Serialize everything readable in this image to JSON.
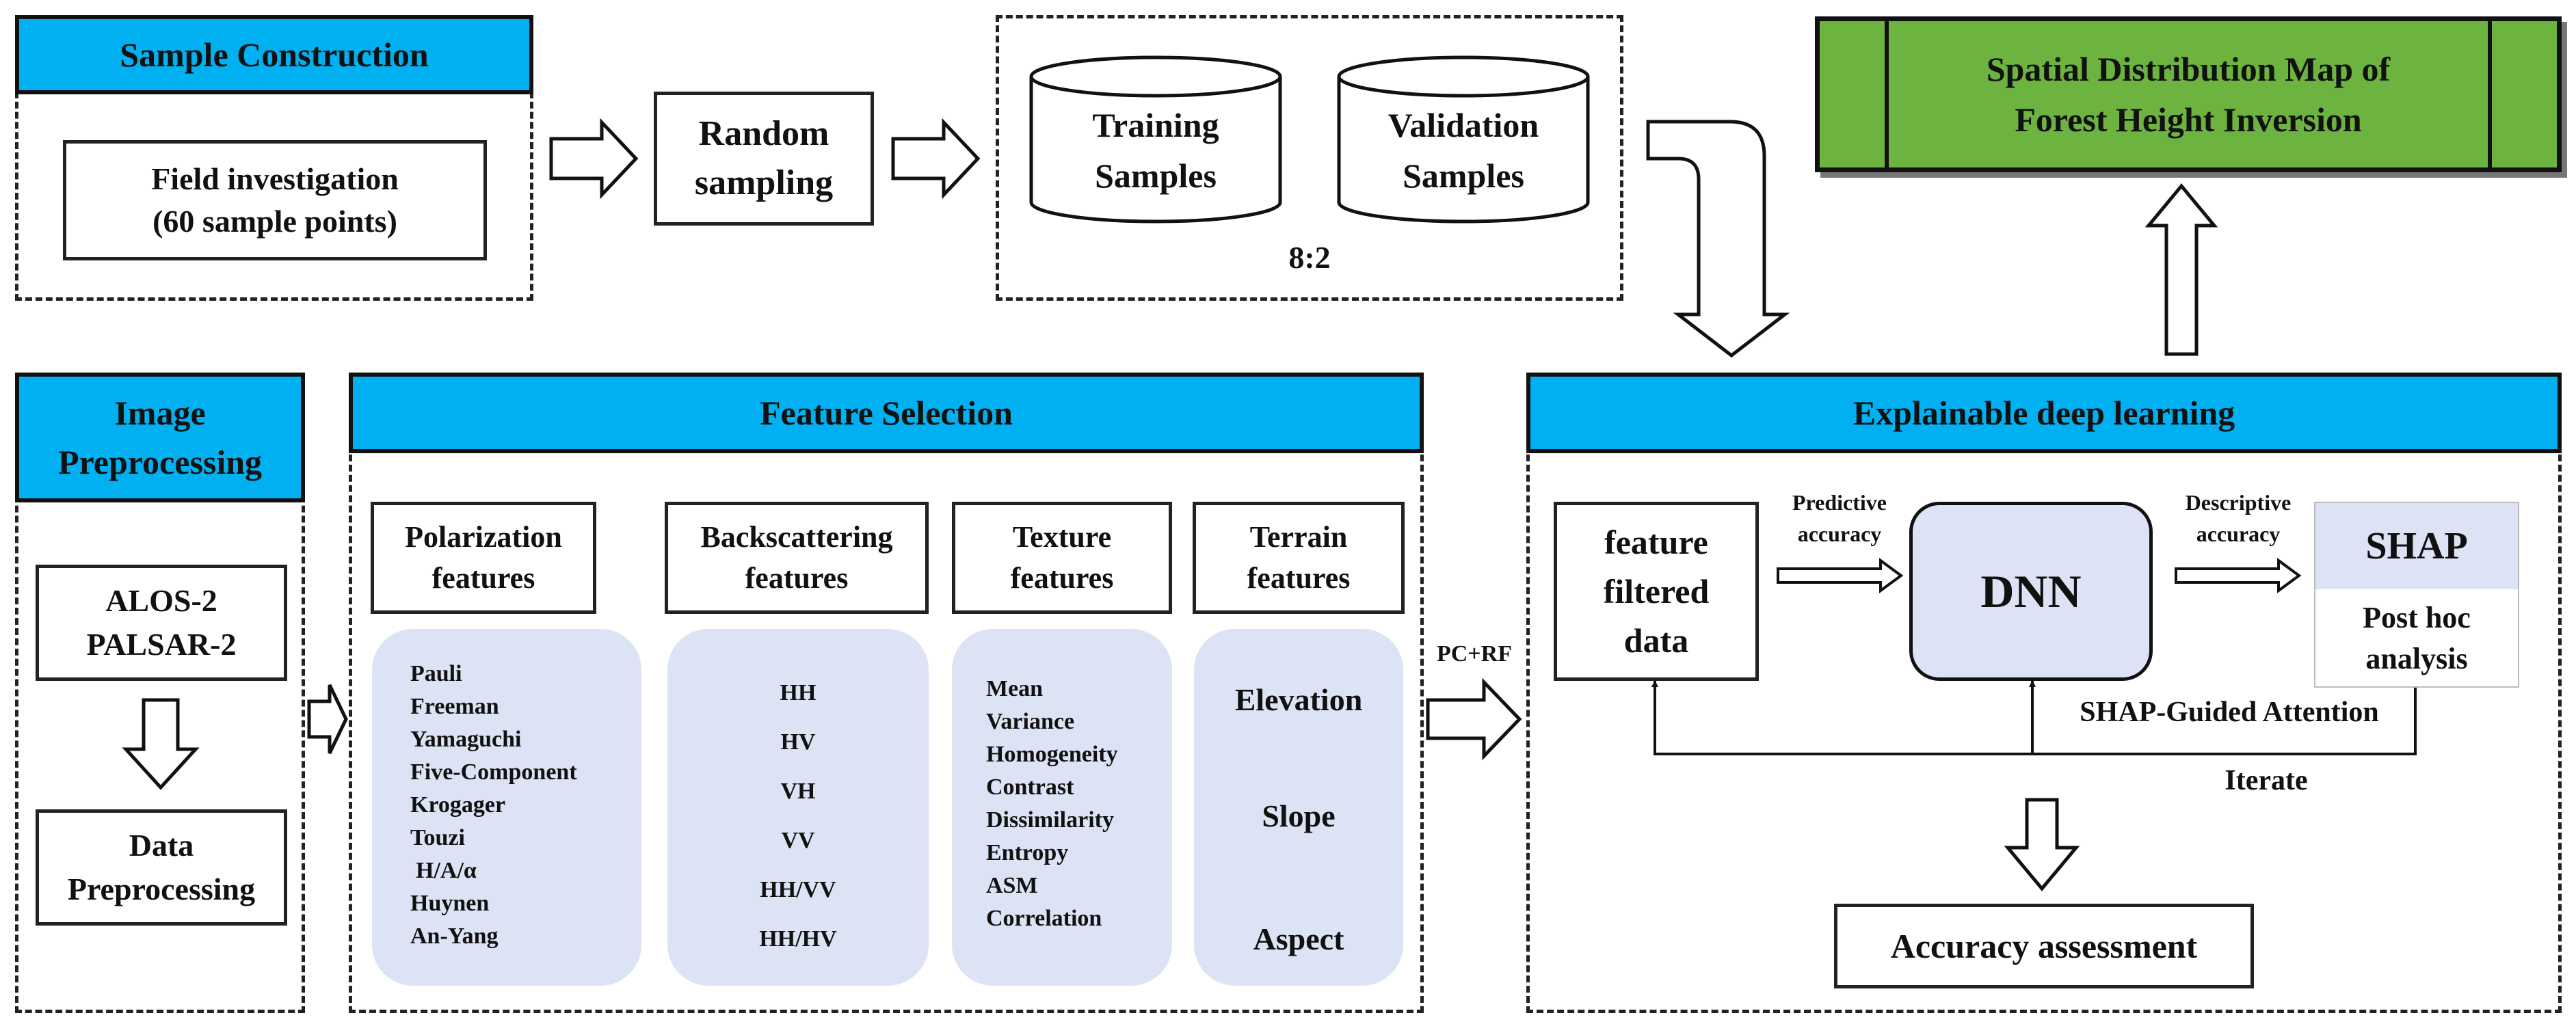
{
  "colors": {
    "header": "#00b0f0",
    "output_fill": "#6db33f",
    "panel_fill": "#dbe3f4",
    "stroke": "#222222"
  },
  "sample_construction": {
    "header": "Sample Construction",
    "field_line1": "Field investigation",
    "field_line2": "(60 sample points)"
  },
  "random_sampling": {
    "line1": "Random",
    "line2": "sampling"
  },
  "samples": {
    "training_line1": "Training",
    "training_line2": "Samples",
    "validation_line1": "Validation",
    "validation_line2": "Samples",
    "ratio": "8:2"
  },
  "output": {
    "line1": "Spatial Distribution Map of",
    "line2": "Forest Height Inversion"
  },
  "image_preprocessing": {
    "header_line1": "Image",
    "header_line2": "Preprocessing",
    "sensor_line1": "ALOS-2",
    "sensor_line2": "PALSAR-2",
    "data_line1": "Data",
    "data_line2": "Preprocessing"
  },
  "feature_selection": {
    "header": "Feature Selection",
    "method": "PC+RF",
    "groups": [
      {
        "title_line1": "Polarization",
        "title_line2": "features",
        "items": [
          "Pauli",
          "Freeman",
          "Yamaguchi",
          "Five-Component",
          "Krogager",
          "Touzi",
          "H/A/α",
          "Huynen",
          "An-Yang"
        ]
      },
      {
        "title_line1": "Backscattering",
        "title_line2": "features",
        "items": [
          "HH",
          "HV",
          "VH",
          "VV",
          "HH/VV",
          "HH/HV"
        ]
      },
      {
        "title_line1": "Texture",
        "title_line2": "features",
        "items": [
          "Mean",
          "Variance",
          "Homogeneity",
          "Contrast",
          "Dissimilarity",
          "Entropy",
          "ASM",
          "Correlation"
        ]
      },
      {
        "title_line1": "Terrain",
        "title_line2": "features",
        "items": [
          "Elevation",
          "Slope",
          "Aspect"
        ]
      }
    ]
  },
  "explainable": {
    "header": "Explainable deep learning",
    "feature_line1": "feature",
    "feature_line2": "filtered",
    "feature_line3": "data",
    "predictive_line1": "Predictive",
    "predictive_line2": "accuracy",
    "dnn": "DNN",
    "descriptive_line1": "Descriptive",
    "descriptive_line2": "accuracy",
    "shap": "SHAP",
    "posthoc_line1": "Post hoc",
    "posthoc_line2": "analysis",
    "guided": "SHAP-Guided Attention",
    "iterate": "Iterate",
    "assessment": "Accuracy assessment"
  }
}
